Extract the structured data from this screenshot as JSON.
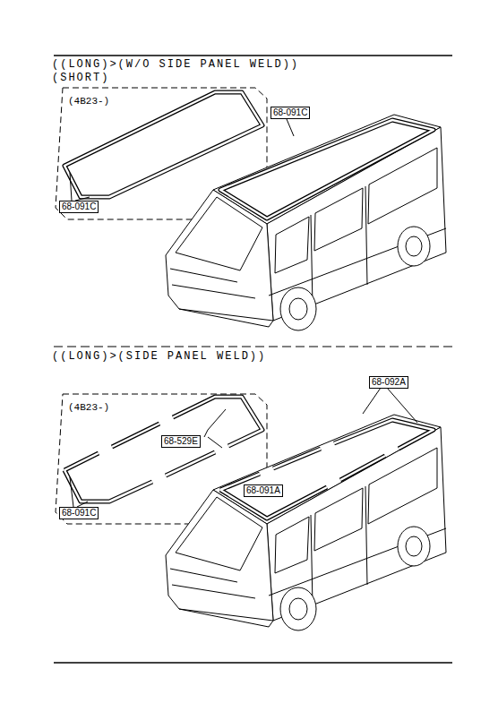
{
  "diagram": {
    "labels": [
      "((LONG)>(W/O SIDE PANEL WELD))",
      "(SHORT)",
      "(4B23-)",
      "68-091C",
      "68-091C",
      "((LONG)>(SIDE PANEL WELD))",
      "(4B23-)",
      "68-529E",
      "68-091C",
      "68-092A",
      "68-091A"
    ]
  }
}
